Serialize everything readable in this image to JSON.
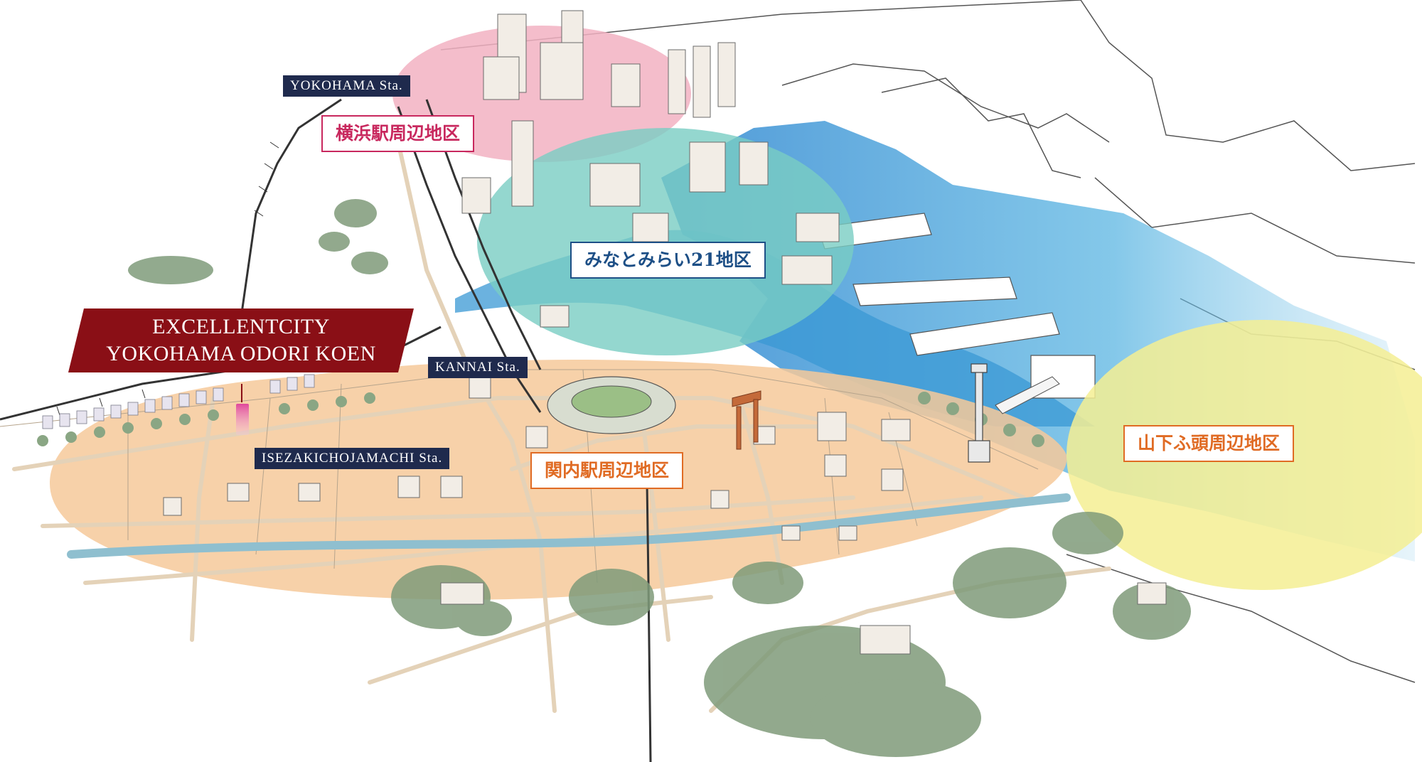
{
  "hero": {
    "line1": "EXCELLENTCITY",
    "line2": "YOKOHAMA ODORI KOEN",
    "color": "#8a0f16"
  },
  "stations": {
    "yokohama": "YOKOHAMA Sta.",
    "kannai": "KANNAI Sta.",
    "isezakichojamachi": "ISEZAKICHOJAMACHI Sta."
  },
  "districts": {
    "yokohama_station": {
      "label": "横浜駅周辺地区",
      "color": "#c8285e",
      "fill": "#f2b2c2"
    },
    "minatomirai": {
      "label": "みなとみらい21地区",
      "color": "#1d4f86",
      "fill": "#79cdc3"
    },
    "kannai_station": {
      "label": "関内駅周辺地区",
      "color": "#e06b24",
      "fill": "#f6c99a"
    },
    "yamashita_pier": {
      "label": "山下ふ頭周辺地区",
      "color": "#e06b24",
      "fill": "#f4ee93"
    }
  },
  "colors": {
    "sea": "#3f9fd9",
    "road": "#e4d2b8",
    "rail": "#333333",
    "trees": "#7f9b7a",
    "river": "#8fbfcf"
  }
}
